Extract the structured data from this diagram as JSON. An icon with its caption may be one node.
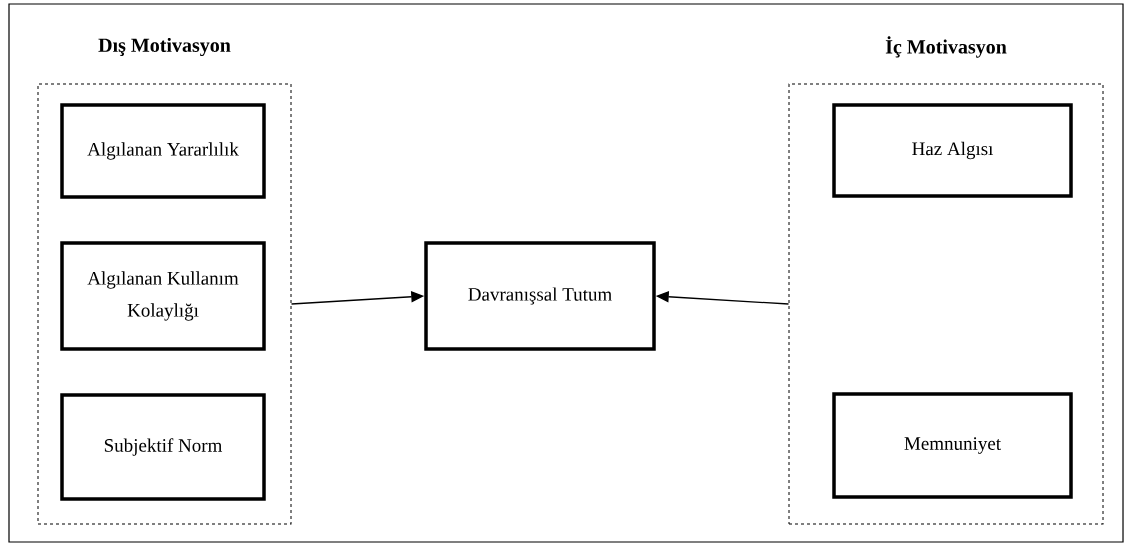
{
  "diagram": {
    "nodes": [
      {
        "text": [
          "Dış Motivasyon"
        ]
      },
      {
        "text": [
          "Algılanan Yararlılık"
        ],
        "in": 0
      },
      {
        "text": [
          "Algılanan Kullanım Kolaylığı"
        ],
        "in": 0
      },
      {
        "text": [
          "Subjektif Norm"
        ],
        "in": 0
      },
      {
        "text": [
          "Davranışsal Tutum"
        ]
      },
      {
        "text": [
          "İç Motivasyon"
        ]
      },
      {
        "text": [
          "Haz Algısı"
        ],
        "in": 5
      },
      {
        "text": [
          "Memnuniyet"
        ],
        "in": 5
      }
    ],
    "edges": [
      {
        "from": 0,
        "to": 4,
        "arrow": "to"
      },
      {
        "from": 5,
        "to": 4,
        "arrow": "to"
      }
    ]
  }
}
